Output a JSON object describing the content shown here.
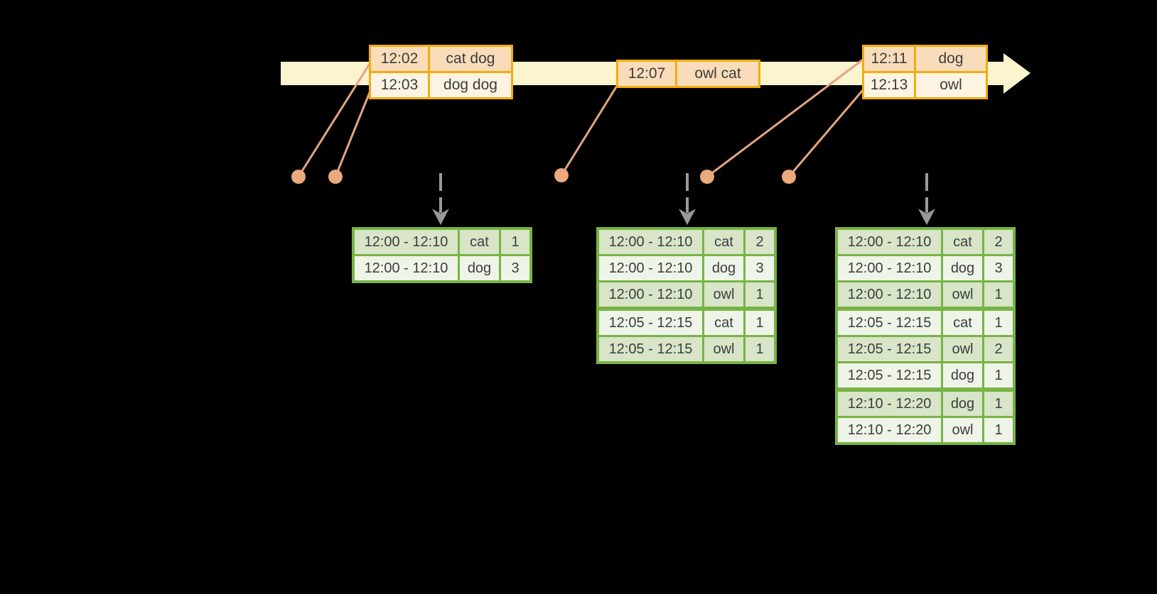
{
  "colors": {
    "background": "#000000",
    "timeline_band": "#fcf3cf",
    "event_table_border": "#f0ad0f",
    "event_row_dark": "#f9dcba",
    "event_row_light": "#fdf3e2",
    "connector_line": "#e3a67e",
    "event_dot": "#eba97c",
    "trigger_arrow": "#999999",
    "result_table_border": "#78b445",
    "result_row_dark": "#d8e5c8",
    "result_row_light": "#eff4e9",
    "text": "#3d3d3d"
  },
  "event_tables": [
    {
      "rows": [
        {
          "time": "12:02",
          "words": "cat dog"
        },
        {
          "time": "12:03",
          "words": "dog dog"
        }
      ]
    },
    {
      "rows": [
        {
          "time": "12:07",
          "words": "owl cat"
        }
      ]
    },
    {
      "rows": [
        {
          "time": "12:11",
          "words": "dog"
        },
        {
          "time": "12:13",
          "words": "owl"
        }
      ]
    }
  ],
  "result_tables": [
    {
      "rows": [
        {
          "window": "12:00 - 12:10",
          "word": "cat",
          "count": "1"
        },
        {
          "window": "12:00 - 12:10",
          "word": "dog",
          "count": "3"
        }
      ]
    },
    {
      "rows": [
        {
          "window": "12:00 - 12:10",
          "word": "cat",
          "count": "2"
        },
        {
          "window": "12:00 - 12:10",
          "word": "dog",
          "count": "3"
        },
        {
          "window": "12:00 - 12:10",
          "word": "owl",
          "count": "1"
        },
        {
          "window": "12:05 - 12:15",
          "word": "cat",
          "count": "1"
        },
        {
          "window": "12:05 - 12:15",
          "word": "owl",
          "count": "1"
        }
      ]
    },
    {
      "rows": [
        {
          "window": "12:00 - 12:10",
          "word": "cat",
          "count": "2"
        },
        {
          "window": "12:00 - 12:10",
          "word": "dog",
          "count": "3"
        },
        {
          "window": "12:00 - 12:10",
          "word": "owl",
          "count": "1"
        },
        {
          "window": "12:05 - 12:15",
          "word": "cat",
          "count": "1"
        },
        {
          "window": "12:05 - 12:15",
          "word": "owl",
          "count": "2"
        },
        {
          "window": "12:05 - 12:15",
          "word": "dog",
          "count": "1"
        },
        {
          "window": "12:10 - 12:20",
          "word": "dog",
          "count": "1"
        },
        {
          "window": "12:10 - 12:20",
          "word": "owl",
          "count": "1"
        }
      ]
    }
  ]
}
